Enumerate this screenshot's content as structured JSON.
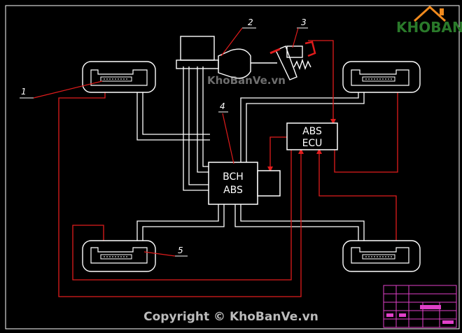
{
  "diagram": {
    "labels": {
      "n1": "1",
      "n2": "2",
      "n3": "3",
      "n4": "4",
      "n5": "5"
    },
    "bch_abs": {
      "line1": "BCH",
      "line2": "ABS"
    },
    "abs_ecu": {
      "line1": "ABS",
      "line2": "ECU"
    },
    "watermark": "KhoBanVe.vn",
    "copyright": "Copyright © KhoBanVe.vn",
    "logo": "KHOBANVE",
    "colors": {
      "background": "#000000",
      "pipe": "#ffffff",
      "wire": "#e01c1c",
      "leader": "#e01c1c",
      "title_block": "#e040c8",
      "logo_green": "#2a7a2a",
      "logo_orange": "#f08a1e"
    }
  }
}
